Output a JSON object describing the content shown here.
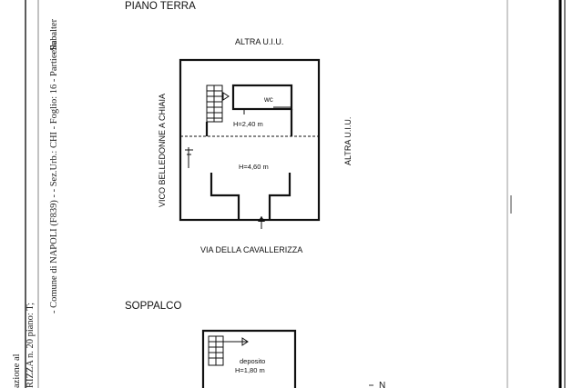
{
  "ground_floor": {
    "title": "PIANO TERRA",
    "top_neighbor": "ALTRA U.I.U.",
    "right_neighbor": "ALTRA U.I.U.",
    "left_street": "VICO BELLEDONNE A CHIAIA",
    "bottom_street": "VIA DELLA CAVALLERIZZA",
    "wc_label": "wc",
    "upper_height": "H=2,40 m",
    "lower_height": "H=4,60 m"
  },
  "mezzanine": {
    "title": "SOPPALCO",
    "room_label": "deposito",
    "room_height": "H=1,80 m"
  },
  "cadastral_margin": {
    "line1": "- Comune di NAPOLI (F839) - - Sez.Urb.: CHI - Foglio: 16 - Particella",
    "line1_tail": "- Subalter",
    "line2": "RIZZA n. 20 piano: T;",
    "line3": "azione al"
  },
  "corner_mark": "N"
}
